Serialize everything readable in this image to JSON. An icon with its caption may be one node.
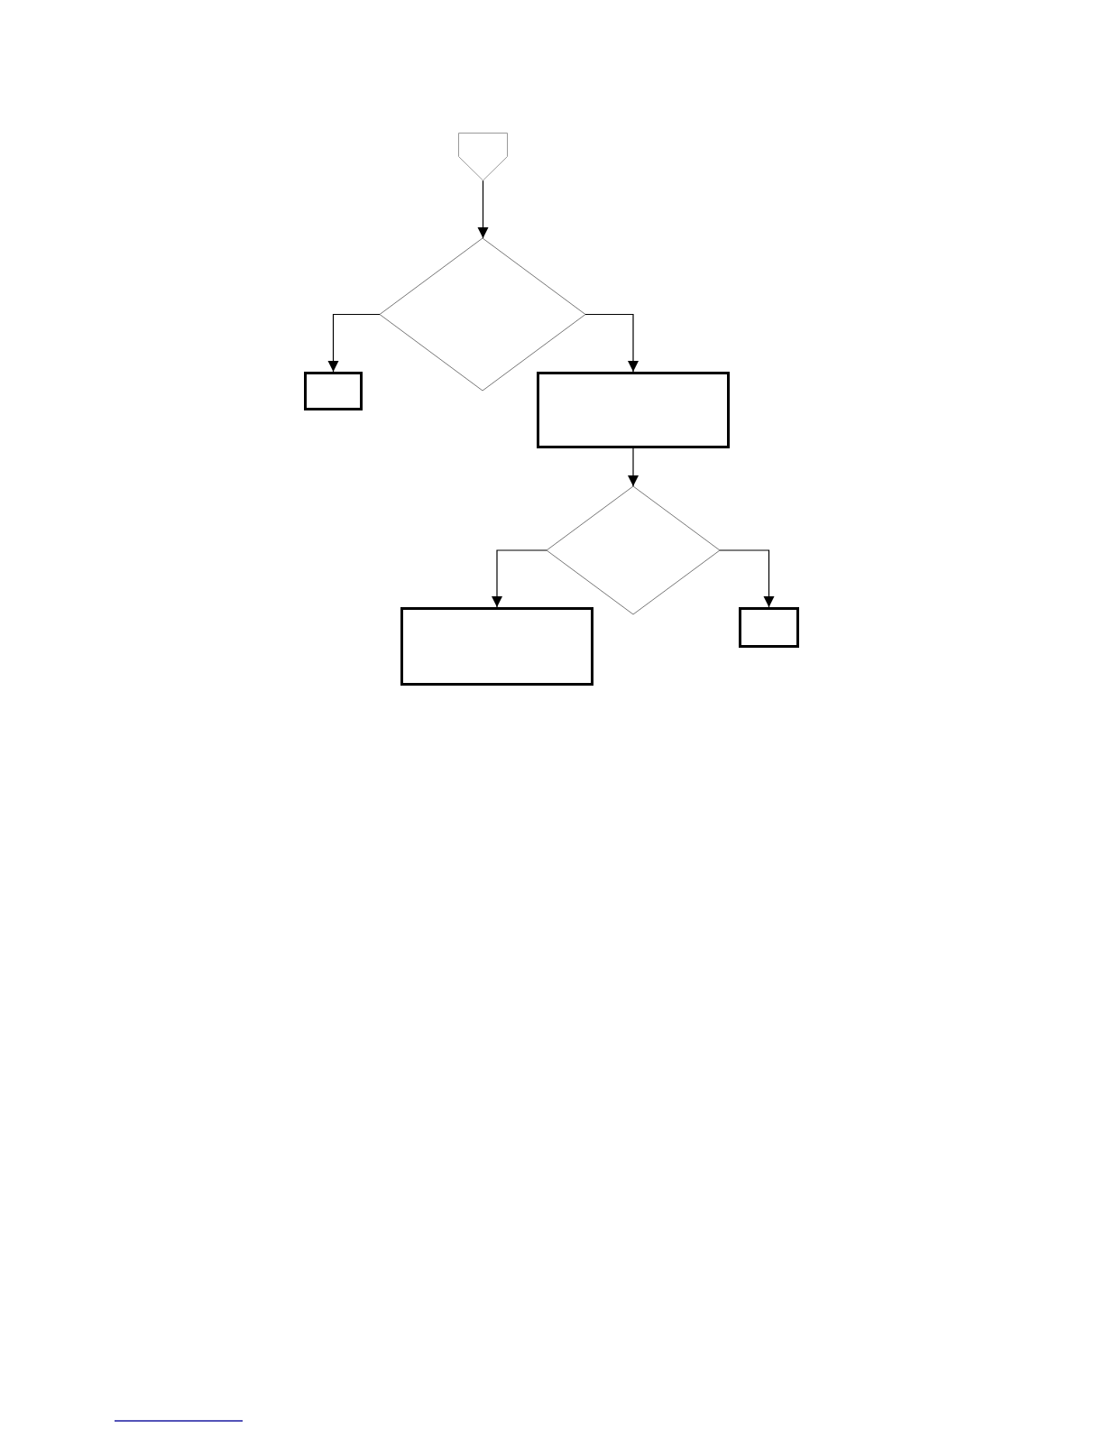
{
  "diagram": {
    "nodes": [
      {
        "text": [],
        "shape": "pentagon"
      },
      {
        "text": [],
        "shape": "diamond"
      },
      {
        "text": [],
        "shape": "box"
      },
      {
        "text": [],
        "shape": "box"
      },
      {
        "text": [],
        "shape": "diamond"
      },
      {
        "text": [],
        "shape": "box"
      },
      {
        "text": [],
        "shape": "box"
      }
    ],
    "edges": [
      {
        "from": 0,
        "to": 1,
        "arrow": "to"
      },
      {
        "from": 1,
        "to": 2,
        "arrow": "to"
      },
      {
        "from": 1,
        "to": 3,
        "arrow": "to"
      },
      {
        "from": 3,
        "to": 4,
        "arrow": "to"
      },
      {
        "from": 4,
        "to": 5,
        "arrow": "to"
      },
      {
        "from": 4,
        "to": 6,
        "arrow": "to"
      }
    ]
  }
}
